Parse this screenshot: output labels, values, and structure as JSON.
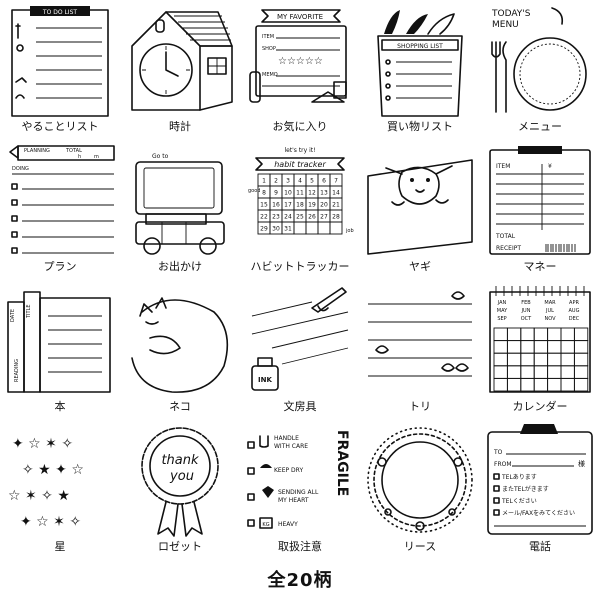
{
  "items": [
    {
      "label": "やることリスト",
      "icon": "todo-list-icon",
      "texts": [
        "TO DO LIST"
      ]
    },
    {
      "label": "時計",
      "icon": "clock-house-icon",
      "texts": []
    },
    {
      "label": "お気に入り",
      "icon": "favorite-icon",
      "texts": [
        "MY FAVORITE",
        "ITEM",
        "SHOP",
        "MEMO"
      ]
    },
    {
      "label": "買い物リスト",
      "icon": "shopping-bag-icon",
      "texts": [
        "SHOPPING LIST"
      ]
    },
    {
      "label": "メニュー",
      "icon": "menu-plate-icon",
      "texts": [
        "TODAY'S",
        "MENU"
      ]
    },
    {
      "label": "プラン",
      "icon": "plan-pencil-icon",
      "texts": [
        "PLANNING",
        "TOTAL",
        "h",
        "m",
        "DOING"
      ]
    },
    {
      "label": "お出かけ",
      "icon": "car-suitcase-icon",
      "texts": [
        "Go to"
      ]
    },
    {
      "label": "ハビットトラッカー",
      "icon": "habit-tracker-icon",
      "texts": [
        "let's try it!",
        "habit tracker",
        "good",
        "job"
      ]
    },
    {
      "label": "ヤギ",
      "icon": "goat-icon",
      "texts": []
    },
    {
      "label": "マネー",
      "icon": "receipt-clipboard-icon",
      "texts": [
        "ITEM",
        "¥",
        "TOTAL",
        "RECEIPT"
      ]
    },
    {
      "label": "本",
      "icon": "books-icon",
      "texts": [
        "DATE",
        "TITLE",
        "READING"
      ]
    },
    {
      "label": "ネコ",
      "icon": "cat-icon",
      "texts": []
    },
    {
      "label": "文房具",
      "icon": "ink-pen-icon",
      "texts": [
        "INK"
      ]
    },
    {
      "label": "トリ",
      "icon": "birds-lines-icon",
      "texts": []
    },
    {
      "label": "カレンダー",
      "icon": "calendar-icon",
      "texts": [
        "JAN",
        "FEB",
        "MAR",
        "APR",
        "MAY",
        "JUN",
        "JUL",
        "AUG",
        "SEP",
        "OCT",
        "NOV",
        "DEC"
      ]
    },
    {
      "label": "星",
      "icon": "stars-icon",
      "texts": []
    },
    {
      "label": "ロゼット",
      "icon": "rosette-icon",
      "texts": [
        "thank",
        "you"
      ]
    },
    {
      "label": "取扱注意",
      "icon": "fragile-icon",
      "texts": [
        "HANDLE",
        "WITH CARE",
        "KEEP DRY",
        "SENDING ALL",
        "MY HEART",
        "HEAVY",
        "KG",
        "FRAGILE"
      ]
    },
    {
      "label": "リース",
      "icon": "wreath-icon",
      "texts": []
    },
    {
      "label": "電話",
      "icon": "phone-memo-icon",
      "texts": [
        "TO",
        "FROM",
        "様",
        "TELあります",
        "またTELがきます",
        "TELください",
        "メール/FAXをみてください"
      ]
    }
  ],
  "habit_numbers": [
    "1",
    "2",
    "3",
    "4",
    "5",
    "6",
    "7",
    "8",
    "9",
    "10",
    "11",
    "12",
    "13",
    "14",
    "15",
    "16",
    "17",
    "18",
    "19",
    "20",
    "21",
    "22",
    "23",
    "24",
    "25",
    "26",
    "27",
    "28",
    "29",
    "30",
    "31"
  ],
  "footer": "全20柄"
}
